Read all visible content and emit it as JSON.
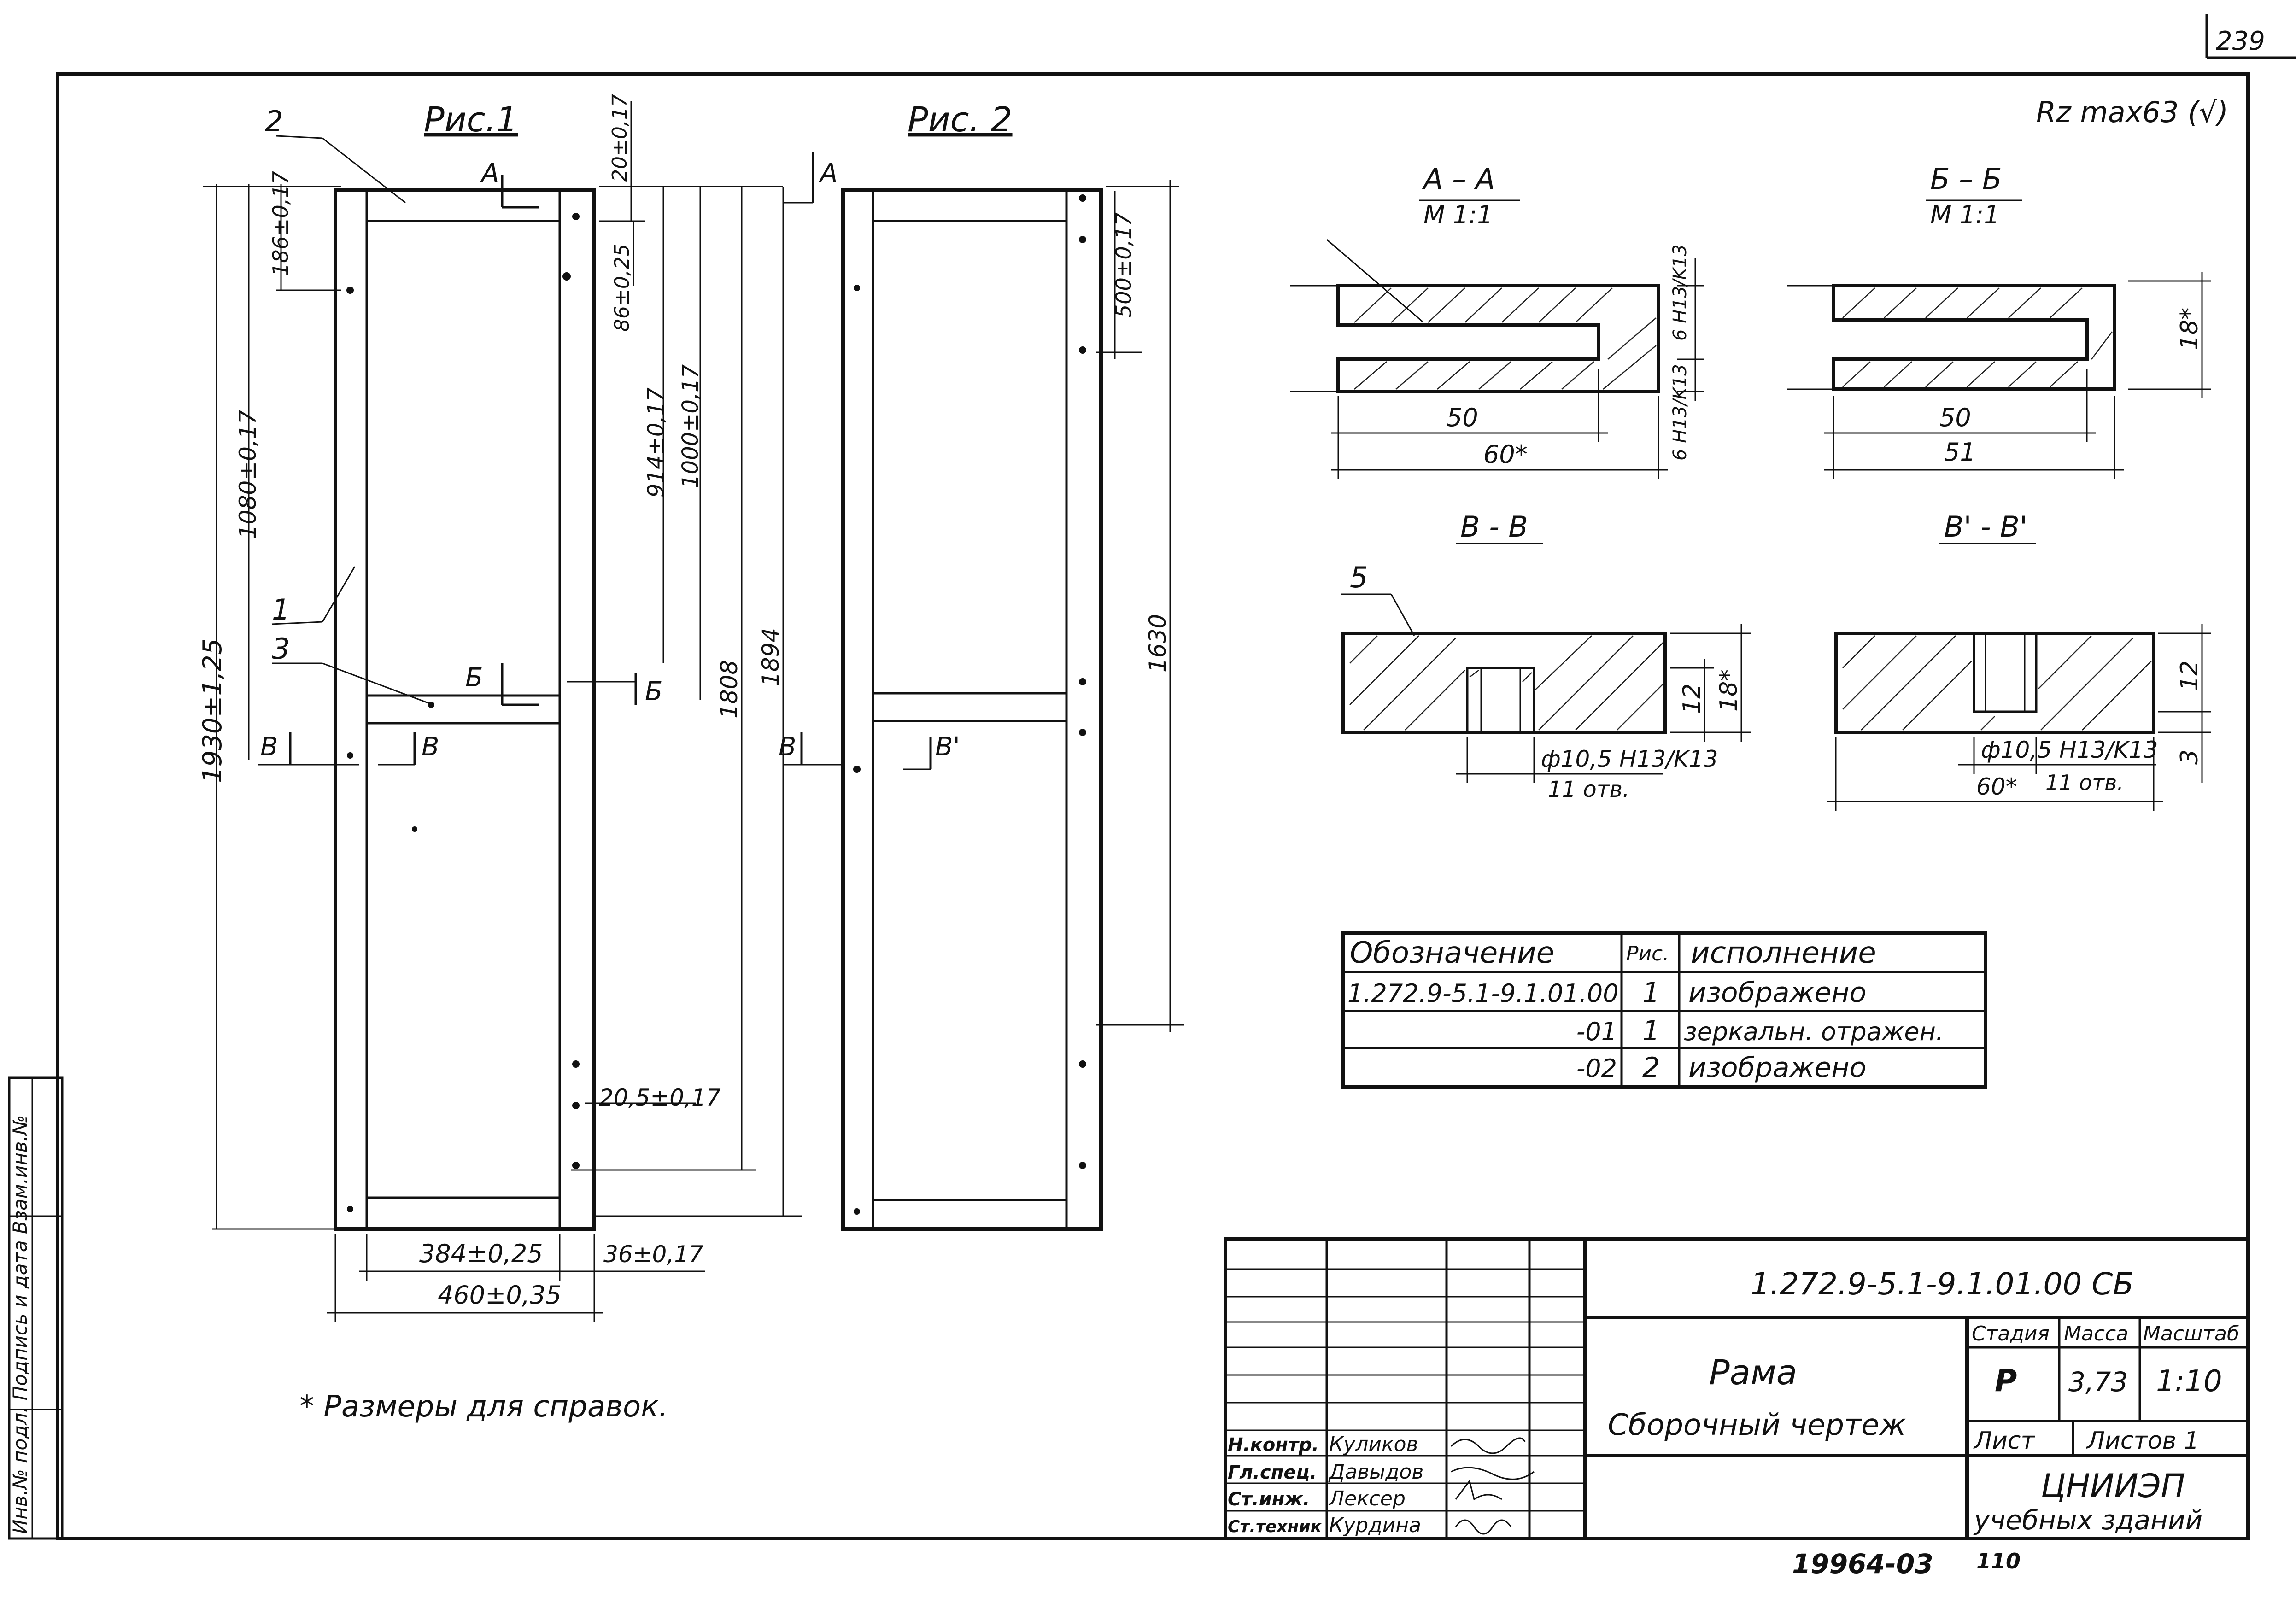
{
  "sheet": {
    "page_number": "239",
    "roughness": "Rz max63 (√)",
    "note": "* Размеры для справок.",
    "archive_number": "19964-03",
    "archive_sheet": "110",
    "side_stamp": "Инв.№ подл.  Подпись и дата  Взам.инв.№"
  },
  "figures": {
    "fig1": {
      "title": "Рис.1",
      "callouts": [
        "1",
        "2",
        "3"
      ],
      "section_marks": [
        "А",
        "Б",
        "Б",
        "В",
        "В"
      ],
      "dims": {
        "top_rail": "20±0,17",
        "d186": "186±0,17",
        "d86": "86±0,25",
        "d914": "914±0,17",
        "d1000": "1000±0,17",
        "d1080": "1080±0,17",
        "d1808": "1808",
        "d1894": "1894",
        "d1930": "1930±1,25",
        "d20_5": "20,5±0,17",
        "d384": "384±0,25",
        "d36": "36±0,17",
        "d460": "460±0,35"
      }
    },
    "fig2": {
      "title": "Рис. 2",
      "section_marks": [
        "А",
        "В",
        "В'"
      ],
      "dims": {
        "d500": "500±0,17",
        "d1630": "1630"
      }
    }
  },
  "sections": {
    "aa": {
      "title": "А – А",
      "scale": "М 1:1",
      "fit": "6 H13/K13",
      "d50": "50",
      "d60": "60*",
      "fit2": "6 H13/K13"
    },
    "bb": {
      "title": "Б – Б",
      "scale": "М 1:1",
      "d18": "18*",
      "d50": "50",
      "d51": "51"
    },
    "vv": {
      "title": "В - В",
      "callout": "5",
      "d12": "12",
      "d18": "18*",
      "hole": "ф10,5 H13/K13",
      "holes": "11 отв."
    },
    "vv2": {
      "title": "В' - В'",
      "d12": "12",
      "d3": "3",
      "d60": "60*",
      "hole": "ф10,5 H13/K13",
      "holes": "11 отв."
    }
  },
  "variants_table": {
    "headers": [
      "Обозначение",
      "Рис.",
      "исполнение"
    ],
    "rows": [
      [
        "1.272.9-5.1-9.1.01.00",
        "1",
        "изображено"
      ],
      [
        "-01",
        "1",
        "зеркальн. отражен."
      ],
      [
        "-02",
        "2",
        "изображено"
      ]
    ]
  },
  "title_block": {
    "designation": "1.272.9-5.1-9.1.01.00 СБ",
    "name_line1": "Рама",
    "name_line2": "Сборочный чертеж",
    "stage_label": "Стадия",
    "mass_label": "Масса",
    "scale_label": "Масштаб",
    "stage": "Р",
    "mass": "3,73",
    "scale": "1:10",
    "sheet_label": "Лист",
    "sheets_label": "Листов 1",
    "org_line1": "ЦНИИЭП",
    "org_line2": "учебных зданий",
    "signers": [
      [
        "Н.контр.",
        "Куликов"
      ],
      [
        "Гл.спец.",
        "Давыдов"
      ],
      [
        "Ст.инж.",
        "Лексер"
      ],
      [
        "Ст.техник",
        "Курдина"
      ]
    ]
  }
}
